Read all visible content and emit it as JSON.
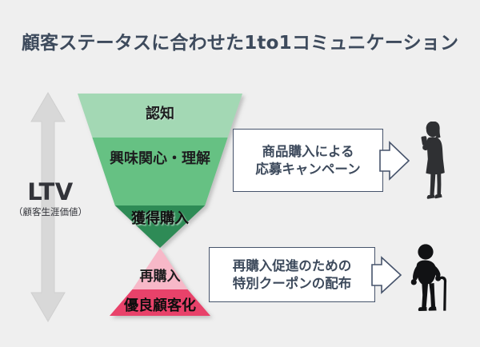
{
  "title": "顧客ステータスに合わせた1to1コミュニケーション",
  "ltv": {
    "main": "LTV",
    "sub": "（顧客生涯価値）",
    "arrow_icon": "double-headed-vertical-arrow"
  },
  "funnel": {
    "stages": [
      {
        "label": "認知",
        "color": "#a3d8b4",
        "shape": "inverted-trapezoid"
      },
      {
        "label": "興味関心・理解",
        "color": "#66c183",
        "shape": "inverted-trapezoid"
      },
      {
        "label": "獲得購入",
        "color": "#2e8b56",
        "shape": "inverted-triangle"
      },
      {
        "label": "再購入",
        "color": "#f7b8c8",
        "shape": "upright-triangle"
      },
      {
        "label": "優良顧客化",
        "color": "#e8426b",
        "shape": "upright-trapezoid"
      }
    ]
  },
  "callouts": [
    {
      "line1": "商品購入による",
      "line2": "応募キャンペーン",
      "arrow_icon": "chevron-right-outline",
      "person_icon": "woman-with-smartphone-silhouette"
    },
    {
      "line1": "再購入促進のための",
      "line2": "特別クーポンの配布",
      "arrow_icon": "chevron-right-outline",
      "person_icon": "elderly-person-with-cane-silhouette"
    }
  ],
  "colors": {
    "background": "#efefef",
    "title_text": "#3d4a5c",
    "callout_border": "#46536b",
    "ltv_arrow": "#d6d6d6",
    "silhouette": "#2f3033"
  }
}
